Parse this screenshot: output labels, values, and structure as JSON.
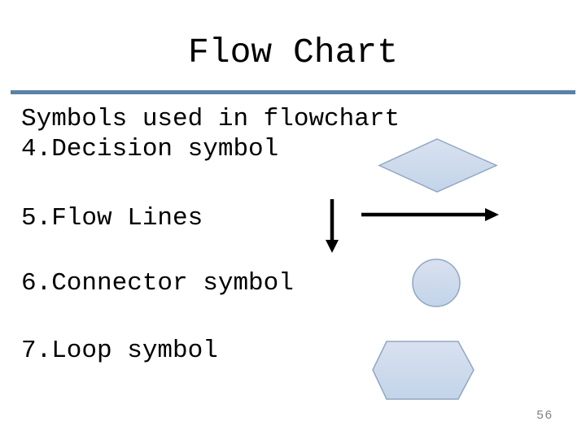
{
  "slide": {
    "title": "Flow Chart",
    "page_number": "56"
  },
  "content": {
    "intro_line": "Symbols used in flowchart",
    "items": [
      {
        "text": "4.Decision symbol",
        "symbol_shape": "diamond"
      },
      {
        "text": "5.Flow Lines",
        "symbol_shape": "arrows"
      },
      {
        "text": "6.Connector symbol",
        "symbol_shape": "circle"
      },
      {
        "text": "7.Loop symbol",
        "symbol_shape": "hexagon"
      }
    ]
  },
  "colors": {
    "accent_line": "#5a82a8",
    "shape_fill_top": "#d8e1f0",
    "shape_fill_bottom": "#c3d4e9",
    "shape_border": "#91a7c0",
    "arrow": "#000000",
    "text": "#000000",
    "page_number": "#808080"
  }
}
